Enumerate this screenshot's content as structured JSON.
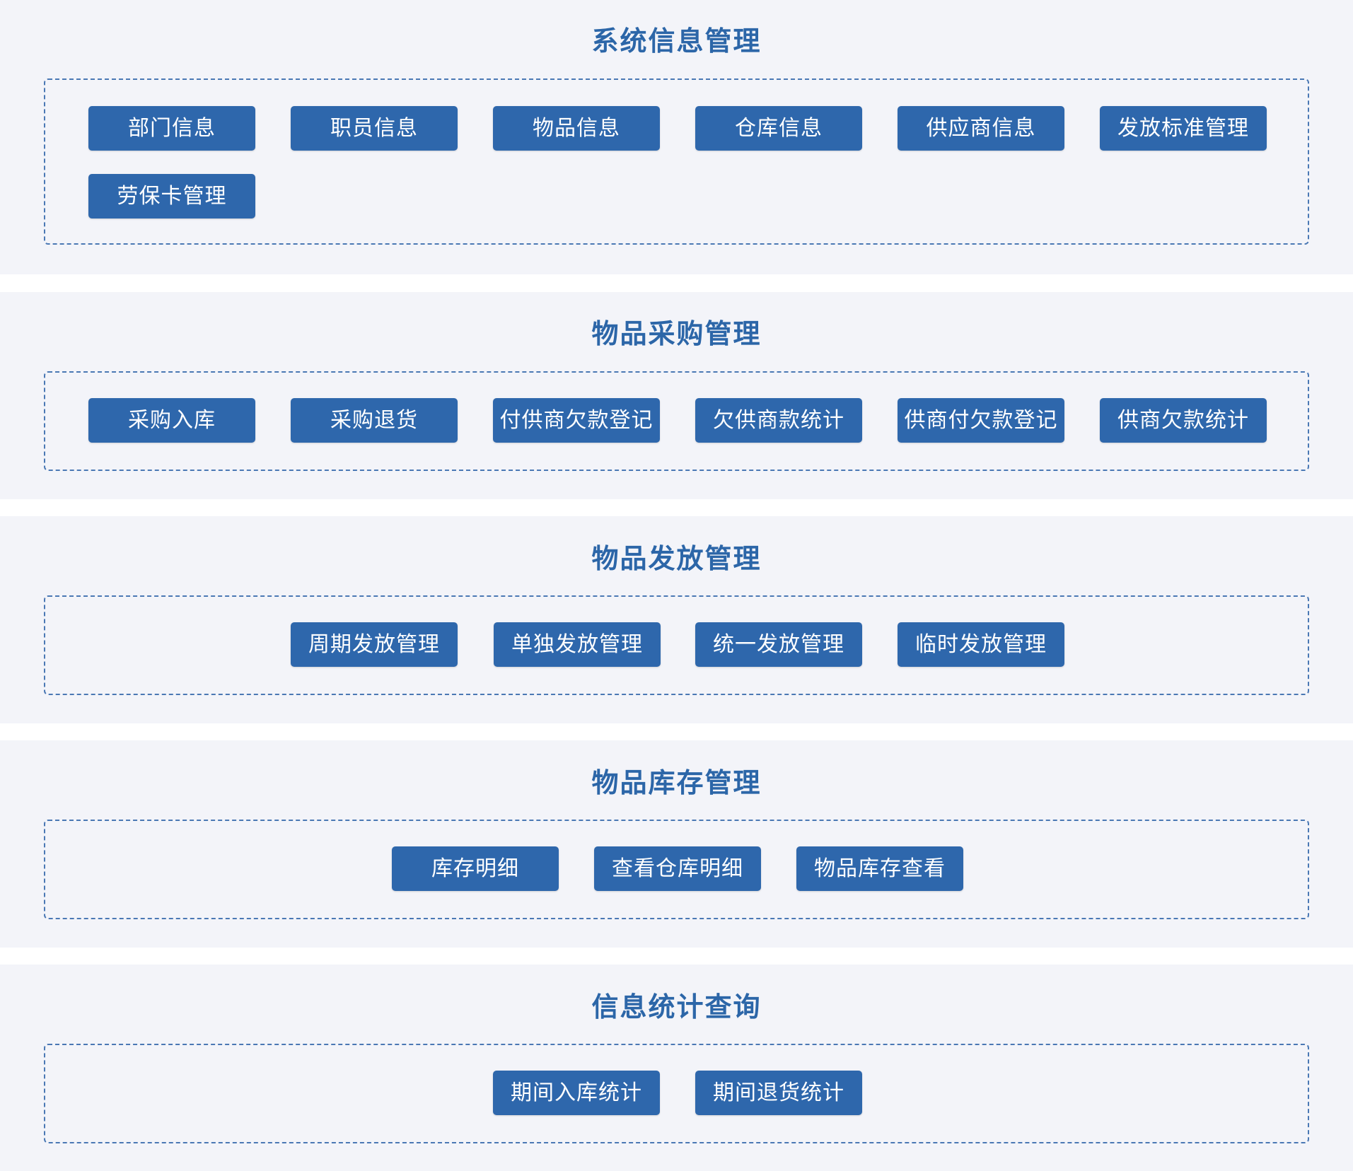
{
  "sections": [
    {
      "title": "系统信息管理",
      "items": [
        "部门信息",
        "职员信息",
        "物品信息",
        "仓库信息",
        "供应商信息",
        "发放标准管理",
        "劳保卡管理"
      ]
    },
    {
      "title": "物品采购管理",
      "items": [
        "采购入库",
        "采购退货",
        "付供商欠款登记",
        "欠供商款统计",
        "供商付欠款登记",
        "供商欠款统计"
      ]
    },
    {
      "title": "物品发放管理",
      "items": [
        "周期发放管理",
        "单独发放管理",
        "统一发放管理",
        "临时发放管理"
      ]
    },
    {
      "title": "物品库存管理",
      "items": [
        "库存明细",
        "查看仓库明细",
        "物品库存查看"
      ]
    },
    {
      "title": "信息统计查询",
      "items": [
        "期间入库统计",
        "期间退货统计"
      ]
    }
  ],
  "colors": {
    "section_background": "#f3f4f9",
    "title_text": "#2c66a8",
    "button_background": "#2e67ac",
    "button_text": "#ffffff",
    "dashed_border": "#4a78b4"
  }
}
